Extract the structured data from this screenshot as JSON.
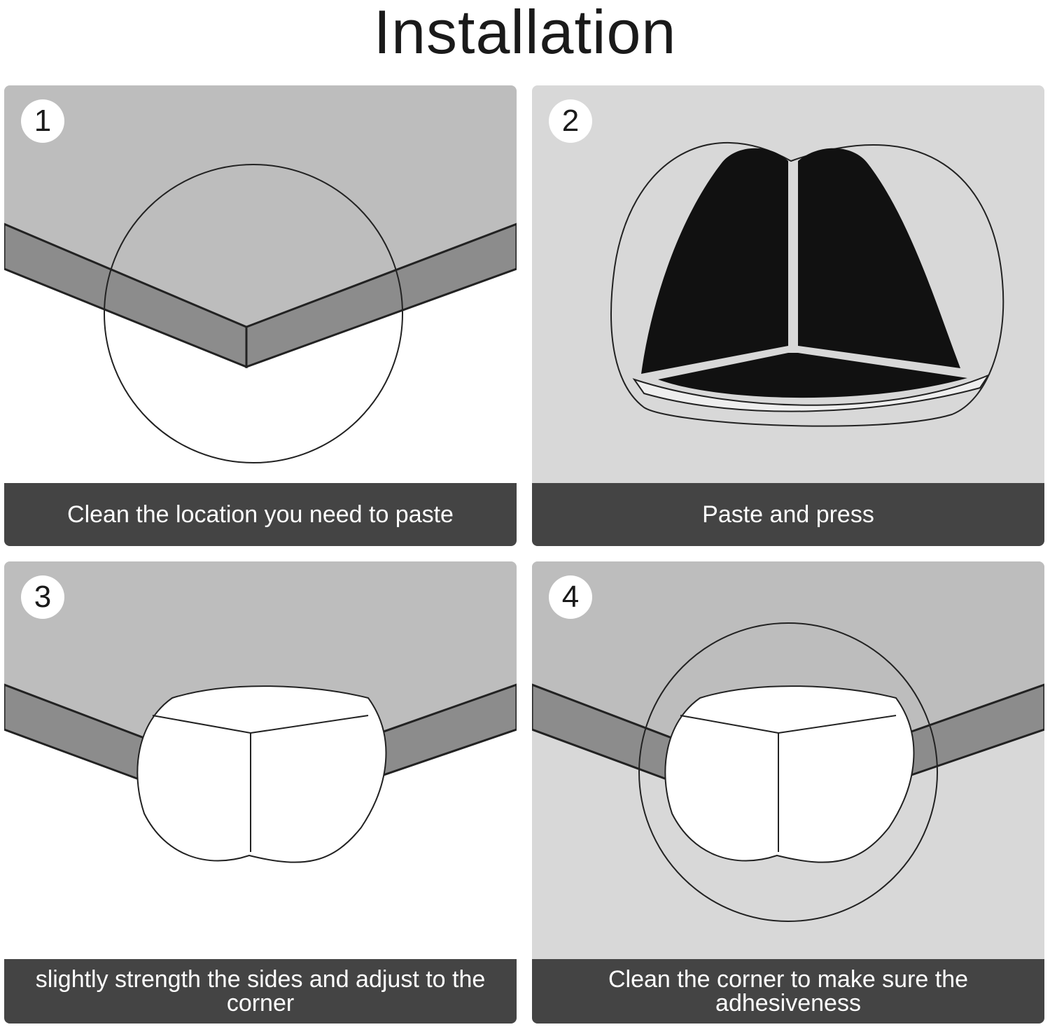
{
  "title": "Installation",
  "steps": [
    {
      "number": "1",
      "caption": "Clean the location you need to paste"
    },
    {
      "number": "2",
      "caption": "Paste and press"
    },
    {
      "number": "3",
      "caption": "slightly strength the sides and adjust to the corner"
    },
    {
      "number": "4",
      "caption": "Clean the corner to make sure the adhesiveness"
    }
  ],
  "colors": {
    "surface": "#bdbdbd",
    "edge": "#8c8c8c",
    "caption_bar": "#444444",
    "protector_black": "#111111",
    "step2_bg": "#d8d8d8"
  },
  "icons": [
    "wipe-circle-icon",
    "corner-protector-icon"
  ]
}
